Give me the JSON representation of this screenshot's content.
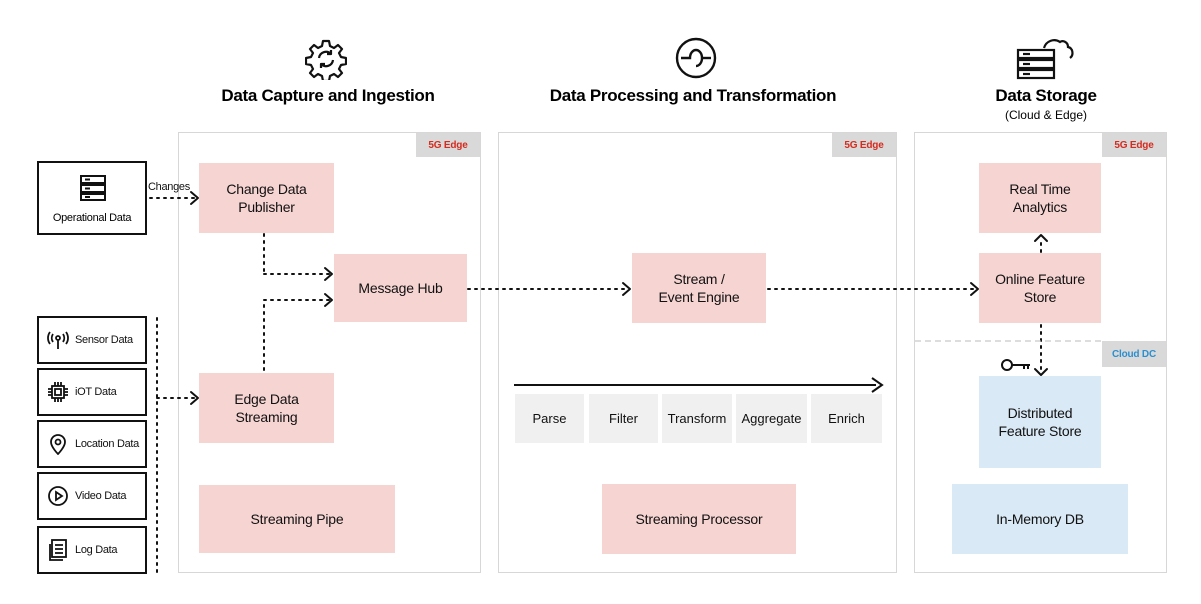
{
  "headings": {
    "capture": "Data Capture and Ingestion",
    "processing": "Data Processing and Transformation",
    "storage": "Data Storage",
    "storage_sub": "(Cloud & Edge)"
  },
  "tags": {
    "edge1": "5G Edge",
    "edge2": "5G Edge",
    "edge3": "5G Edge",
    "cloud": "Cloud DC"
  },
  "sources": {
    "operational": "Operational Data",
    "changes": "Changes",
    "items": [
      {
        "label": "Sensor Data",
        "icon": "antenna-icon"
      },
      {
        "label": "iOT Data",
        "icon": "chip-icon"
      },
      {
        "label": "Location Data",
        "icon": "location-pin-icon"
      },
      {
        "label": "Video Data",
        "icon": "play-icon"
      },
      {
        "label": "Log Data",
        "icon": "log-icon"
      }
    ]
  },
  "capture": {
    "change_data_publisher": "Change Data Publisher",
    "message_hub": "Message Hub",
    "edge_data_streaming": "Edge Data Streaming",
    "streaming_pipe": "Streaming Pipe"
  },
  "processing": {
    "stream_engine_line1": "Stream /",
    "stream_engine_line2": "Event Engine",
    "steps": [
      "Parse",
      "Filter",
      "Transform",
      "Aggregate",
      "Enrich"
    ],
    "streaming_processor": "Streaming Processor"
  },
  "storage": {
    "real_time_analytics": "Real Time Analytics",
    "online_feature_store": "Online Feature Store",
    "distributed_feature_store": "Distributed Feature Store",
    "in_memory_db": "In-Memory DB"
  },
  "colors": {
    "pink": "#f6d4d2",
    "blue": "#d9e9f5",
    "red": "#d52b1e",
    "cloud_blue": "#2b8fcf"
  }
}
